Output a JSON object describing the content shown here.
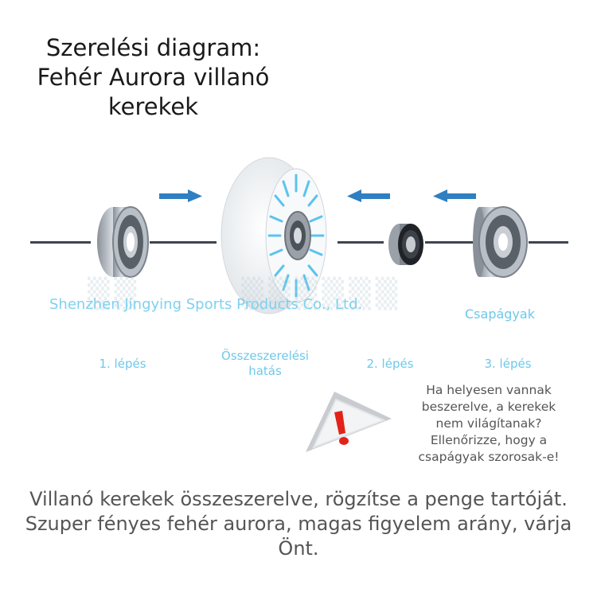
{
  "title": "Szerelési diagram: Fehér Aurora villanó kerekek",
  "watermark": "Shenzhen Jingying Sports Products Co., Ltd.",
  "bearings_label": "Csapágyak",
  "steps": {
    "step1": "1. lépés",
    "assembly": "Összeszerelési hatás",
    "step2": "2. lépés",
    "step3": "3. lépés"
  },
  "warning_note": "Ha helyesen vannak beszerelve, a kerekek nem világítanak? Ellenőrizze, hogy a csapágyak szorosak-e!",
  "bottom_text": "Villanó kerekek összeszerelve, rögzítse a penge tartóját. Szuper fényes fehér aurora, magas figyelem arány, várja Önt.",
  "colors": {
    "accent_blue": "#2f7fc1",
    "label_blue": "#6fc8ea",
    "warning_red": "#e2231a"
  },
  "icons": [
    "arrow-right-icon",
    "arrow-left-icon",
    "bearing-icon",
    "spacer-icon",
    "wheel-icon",
    "warning-icon"
  ]
}
